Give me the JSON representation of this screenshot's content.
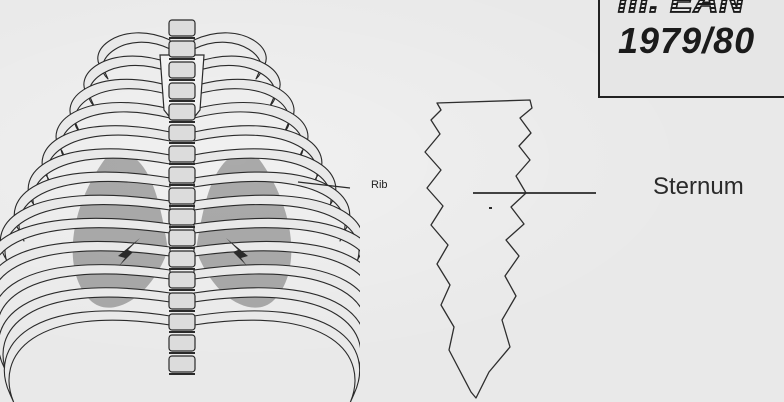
{
  "header": {
    "line1": "m. EAN",
    "line2": "1979/80"
  },
  "labels": {
    "rib": "Rib",
    "sternum": "Sternum"
  },
  "colors": {
    "ink": "#2a2a2a",
    "paper": "#e9e9e9",
    "shading": "#6f6f6f"
  }
}
